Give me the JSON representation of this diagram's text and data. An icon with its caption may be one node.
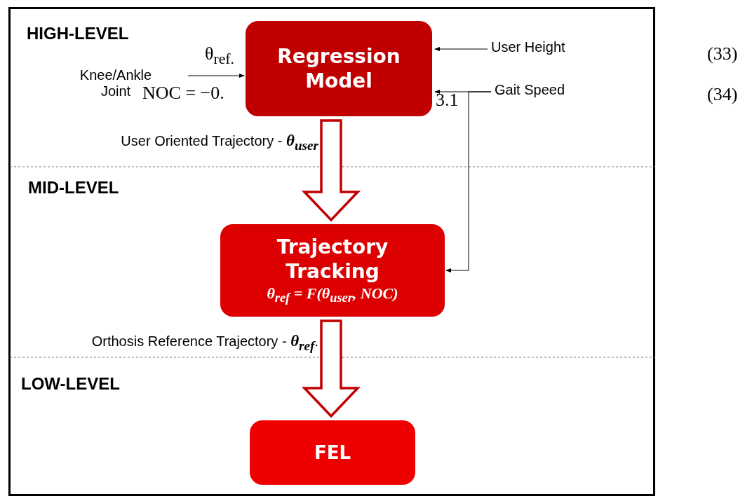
{
  "diagram": {
    "nodes": [
      {
        "text": [
          "Regression Model"
        ]
      },
      {
        "text": [
          "Knee/Ankle Joint"
        ]
      },
      {
        "text": [
          "User Height"
        ]
      },
      {
        "text": [
          "Gait Speed"
        ]
      },
      {
        "text": [
          "Trajectory Tracking",
          "θ$_{ref}$ = F(θ$_{user}$, NOC)"
        ]
      },
      {
        "text": [
          "FEL"
        ]
      }
    ],
    "edges": [
      {
        "from": 1,
        "to": 0,
        "arrow": "to"
      },
      {
        "from": 2,
        "to": 0,
        "arrow": "to"
      },
      {
        "from": 3,
        "to": 0,
        "arrow": "to"
      },
      {
        "from": 3,
        "to": 4,
        "arrow": "to"
      },
      {
        "from": 0,
        "to": 4,
        "arrow": "to",
        "label": "User Oriented Trajectory - **θ$_{user}$**",
        "style": "thick",
        "color": "#c00000"
      },
      {
        "from": 4,
        "to": 5,
        "arrow": "to",
        "label": "Orthosis Reference Trajectory - **θ$_{ref}$**.",
        "style": "thick",
        "color": "#c00000"
      }
    ],
    "labels": [
      "HIGH-LEVEL",
      "θ$_{ref.}$",
      "NOC = −0.",
      "3.1",
      "(33)",
      "(34)",
      "MID-LEVEL",
      "LOW-LEVEL"
    ]
  }
}
